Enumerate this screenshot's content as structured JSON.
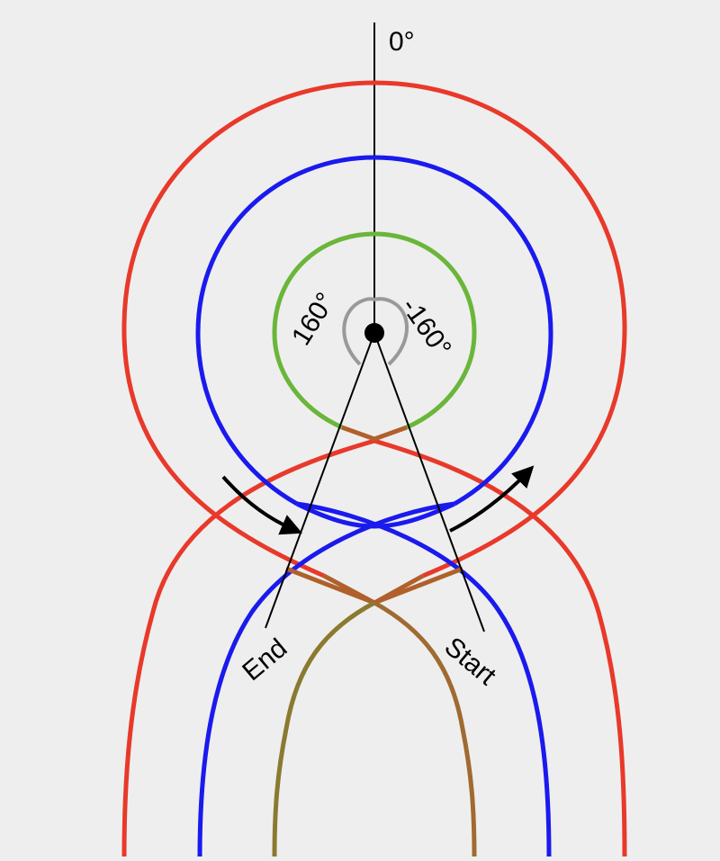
{
  "labels": {
    "zero": "0°",
    "left_angle": "160°",
    "right_angle": "-160°",
    "end": "End",
    "start": "Start"
  },
  "colors": {
    "background": "#eeeeee",
    "outer_curve": "#e8392a",
    "middle_curve": "#1a1aee",
    "inner_curve": "#6ab63a",
    "crossover": "#b0602a",
    "center_loop": "#999999",
    "lines": "#000000"
  },
  "icons": [
    "center-dot-icon",
    "arrow-left-icon",
    "arrow-right-icon"
  ]
}
